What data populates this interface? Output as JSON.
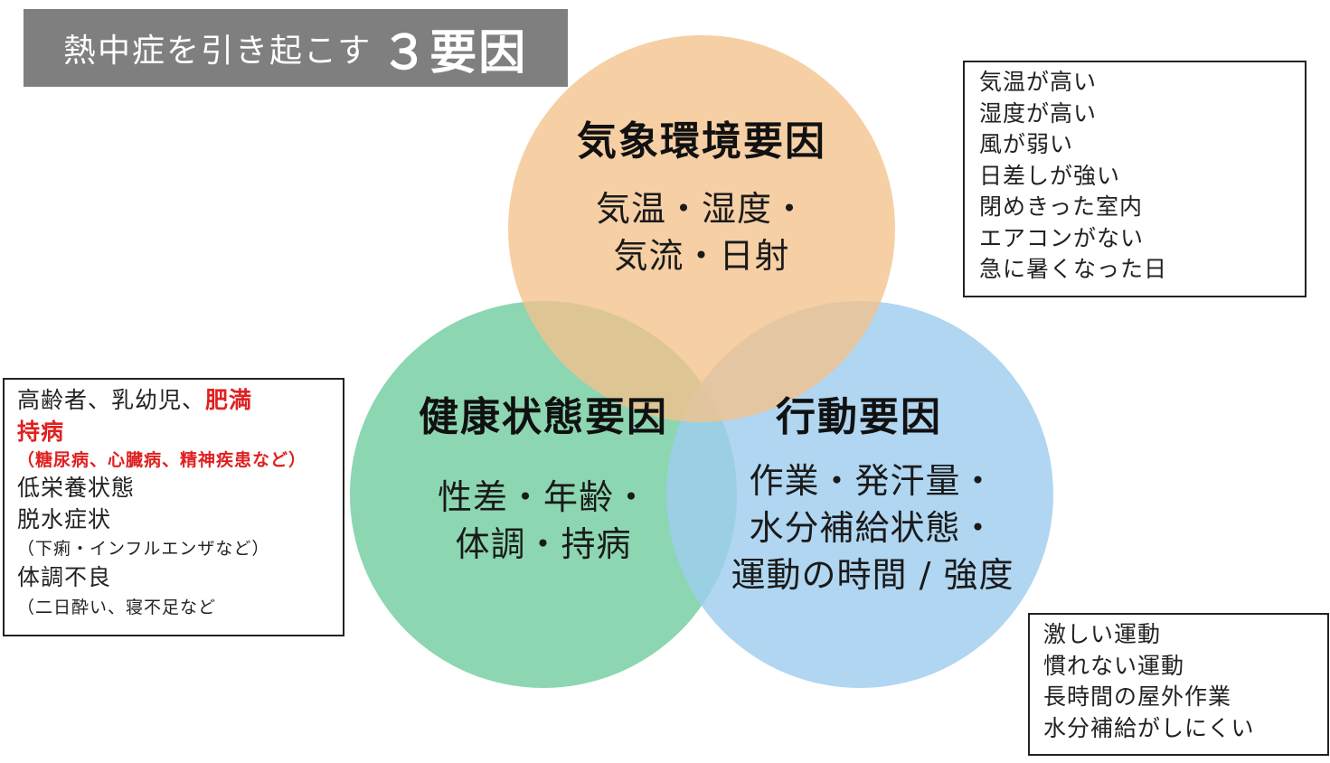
{
  "title": {
    "main": "熱中症を引き起こす",
    "emphasis": "３要因"
  },
  "colors": {
    "banner_bg": "#7f7f7f",
    "circle_weather": "#f4c18c",
    "circle_health": "#7fd1a9",
    "circle_behavior": "#9fcdee",
    "highlight_red": "#e02020"
  },
  "circles": {
    "weather": {
      "heading": "気象環境要因",
      "line1": "気温・湿度・",
      "line2": "気流・日射"
    },
    "health": {
      "heading": "健康状態要因",
      "line1": "性差・年齢・",
      "line2": "体調・持病"
    },
    "behavior": {
      "heading": "行動要因",
      "line1": "作業・発汗量・",
      "line2": "水分補給状態・",
      "line3": "運動の時間 / 強度"
    }
  },
  "boxes": {
    "weather": {
      "items": [
        "気温が高い",
        "湿度が高い",
        "風が弱い",
        "日差しが強い",
        "閉めきった室内",
        "エアコンがない",
        "急に暑くなった日"
      ]
    },
    "health": {
      "line1_normal": "高齢者、乳幼児、",
      "line1_red": "肥満",
      "line2_red": "持病",
      "line3_red_small": "（糖尿病、心臓病、精神疾患など）",
      "line4": "低栄養状態",
      "line5": "脱水症状",
      "line6_small": "（下痢・インフルエンザなど）",
      "line7": "体調不良",
      "line8_small": "（二日酔い、寝不足など"
    },
    "behavior": {
      "items": [
        "激しい運動",
        "慣れない運動",
        "長時間の屋外作業",
        "水分補給がしにくい"
      ]
    }
  }
}
